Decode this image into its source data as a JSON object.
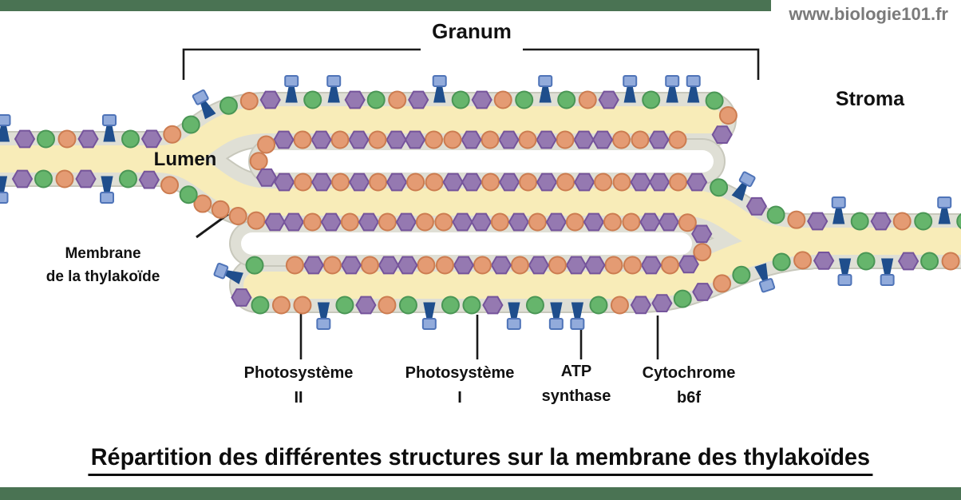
{
  "watermark": {
    "text": "www.biologie101.fr"
  },
  "title": {
    "text": "Répartition des différentes structures sur la membrane des thylakoïdes"
  },
  "diagram": {
    "region_labels": {
      "granum": "Granum",
      "stroma": "Stroma",
      "lumen": "Lumen"
    },
    "membrane_label": {
      "line1": "Membrane",
      "line2": "de la thylakoïde"
    },
    "structure_labels": [
      {
        "id": "photosystem-2",
        "line1": "Photosystème",
        "line2": "II",
        "points_to": "orange-circle"
      },
      {
        "id": "photosystem-1",
        "line1": "Photosystème",
        "line2": "I",
        "points_to": "green-circle"
      },
      {
        "id": "atp-synthase",
        "line1": "ATP",
        "line2": "synthase",
        "points_to": "blue-atp-synthase"
      },
      {
        "id": "cytochrome-b6f",
        "line1": "Cytochrome",
        "line2": "b6f",
        "points_to": "purple-hexagon"
      }
    ],
    "colors": {
      "bar_green": "#4A7353",
      "lumen_yellow": "#F8ECB8",
      "membrane_gray": "#DFDFD5",
      "membrane_edge": "#C8C8BC",
      "pocket_white": "#FFFFFF",
      "psii_orange": "#E49B73",
      "psii_orange_edge": "#CC7C50",
      "psi_green": "#66B56C",
      "psi_green_edge": "#4A9655",
      "cytb6f_purple": "#9579B1",
      "cytb6f_purple_edge": "#75549B",
      "atp_head_blue": "#92ABDB",
      "atp_head_edge": "#4F74B8",
      "atp_stalk_blue": "#1F4E8C",
      "pointer_black": "#1A1A1A",
      "watermark_gray": "#7A7A7A"
    },
    "membrane_patterns": {
      "stroma_exposed": [
        "green",
        "atp",
        "purple",
        "green",
        "orange",
        "purple",
        "atp",
        "green",
        "purple",
        "orange",
        "green",
        "atp",
        "green",
        "orange",
        "purple",
        "atp"
      ],
      "appressed": [
        "orange",
        "purple",
        "orange",
        "orange",
        "purple",
        "purple",
        "orange",
        "purple",
        "orange",
        "purple"
      ]
    }
  }
}
